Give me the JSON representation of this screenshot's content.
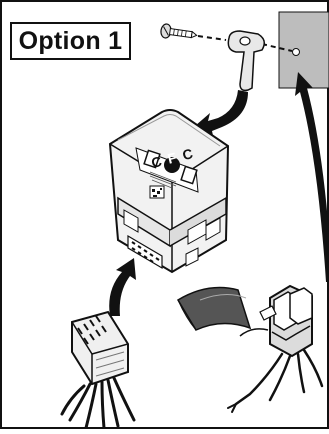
{
  "title": "Option 1",
  "device_marking": {
    "letters": [
      "C",
      "F",
      "C"
    ]
  },
  "colors": {
    "outline": "#111111",
    "mount_plate": "#bdbdbd",
    "device_body": "#eeeeee",
    "background": "#ffffff"
  },
  "icons": [
    "screw-icon",
    "bracket-icon",
    "arrow-icon",
    "connector-icon",
    "cable-icon"
  ]
}
